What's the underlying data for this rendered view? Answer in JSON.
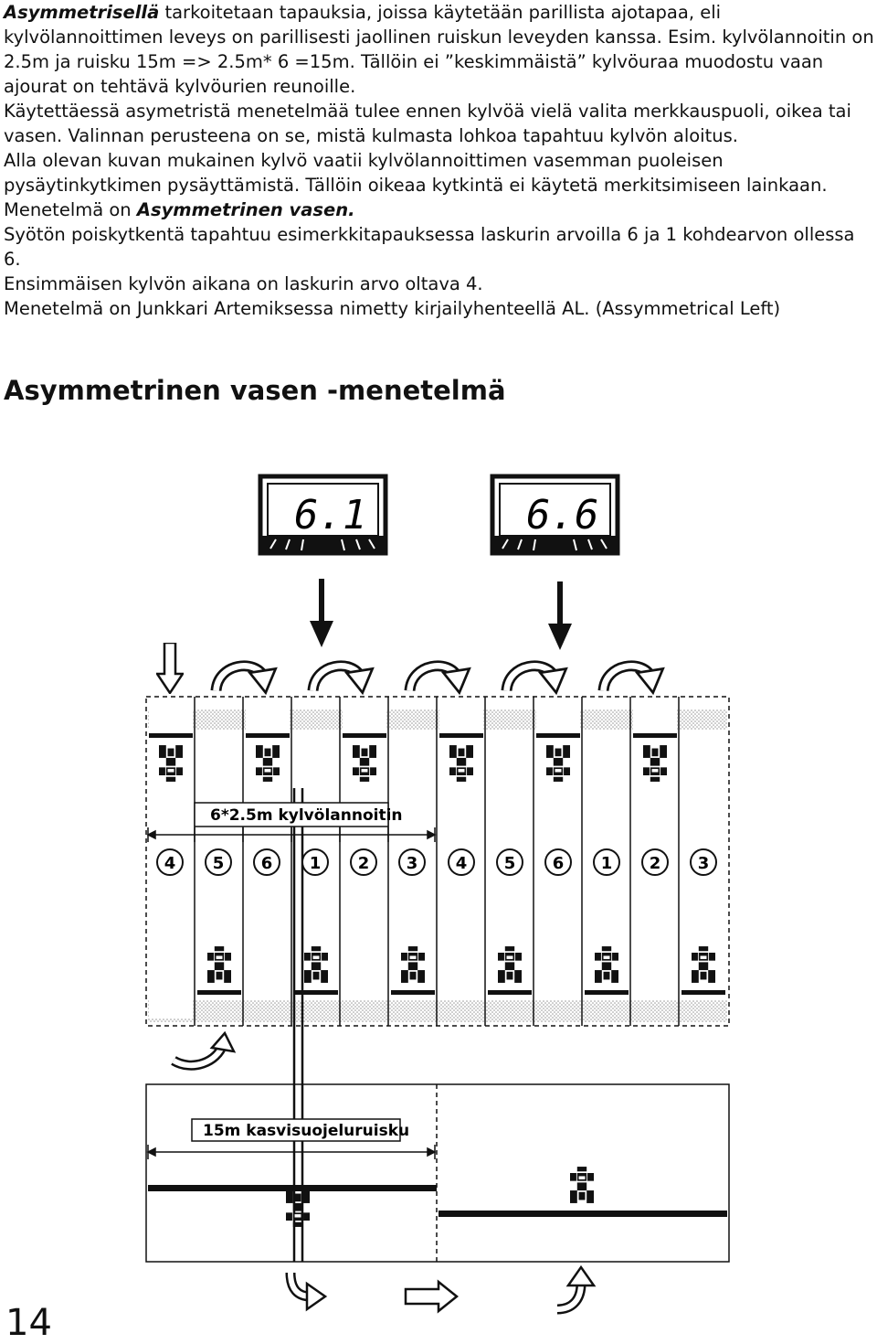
{
  "paragraphs": [
    {
      "lead": "Asymmetrisellä",
      "rest": " tarkoitetaan tapauksia, joissa käytetään parillista ajotapaa, eli kylvölannoittimen leveys on parillisesti jaollinen ruiskun leveyden kanssa. Esim. kylvölannoitin on 2.5m ja ruisku 15m => 2.5m* 6 =15m. Tällöin ei ”keskimmäistä” kylvöuraa muodostu vaan ajourat on tehtävä kylvöurien reunoille."
    },
    {
      "text": "Käytettäessä asymetristä menetelmää tulee ennen kylvöä vielä valita merkkauspuoli, oikea tai vasen. Valinnan perusteena on se, mistä kulmasta lohkoa tapahtuu kylvön aloitus."
    },
    {
      "text": "Alla olevan kuvan mukainen kylvö vaatii kylvölannoittimen vasemman puoleisen pysäytinkytkimen pysäyttämistä. Tällöin oikeaa kytkintä ei käytetä merkitsimiseen lainkaan."
    },
    {
      "pre": "Menetelmä on ",
      "emph": "Asymmetrinen vasen."
    },
    {
      "text": "Syötön poiskytkentä tapahtuu esimerkkitapauksessa laskurin arvoilla 6 ja 1 kohdearvon ollessa 6."
    },
    {
      "text": "Ensimmäisen kylvön aikana on laskurin arvo oltava 4."
    },
    {
      "text": "Menetelmä on Junkkari Artemiksessa nimetty kirjailyhenteellä AL. (Assymmetrical Left)"
    }
  ],
  "heading": "Asymmetrinen vasen -menetelmä",
  "diagram": {
    "displays": [
      "6.1",
      "6.6"
    ],
    "lane_numbers": [
      "4",
      "5",
      "6",
      "1",
      "2",
      "3",
      "4",
      "5",
      "6",
      "1",
      "2",
      "3"
    ],
    "seeder_label": "6*2.5m kylvölannoitin",
    "sprayer_label": "15m kasvisuojeluruisku"
  },
  "page_number": "14"
}
